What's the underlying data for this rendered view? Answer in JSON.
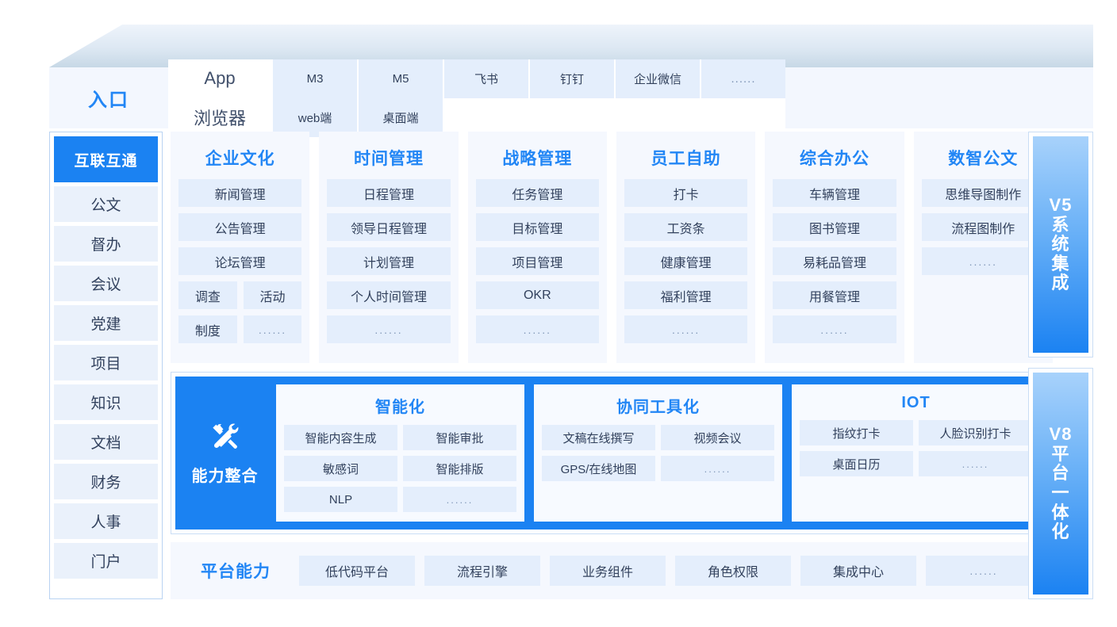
{
  "entry": {
    "title": "入口",
    "groups": [
      {
        "head": "App",
        "items": [
          "M3",
          "M5",
          "飞书",
          "钉钉",
          "企业微信",
          "......"
        ]
      },
      {
        "head": "浏览器",
        "items": [
          "web端",
          "桌面端"
        ]
      }
    ]
  },
  "left_rail": {
    "active_label": "互联互通",
    "items": [
      "公文",
      "督办",
      "会议",
      "党建",
      "项目",
      "知识",
      "文档",
      "财务",
      "人事",
      "门户"
    ]
  },
  "columns": [
    {
      "title": "企业文化",
      "rows": [
        [
          "新闻管理"
        ],
        [
          "公告管理"
        ],
        [
          "论坛管理"
        ],
        [
          "调查",
          "活动"
        ],
        [
          "制度",
          "......"
        ]
      ]
    },
    {
      "title": "时间管理",
      "rows": [
        [
          "日程管理"
        ],
        [
          "领导日程管理"
        ],
        [
          "计划管理"
        ],
        [
          "个人时间管理"
        ],
        [
          "......"
        ]
      ]
    },
    {
      "title": "战略管理",
      "rows": [
        [
          "任务管理"
        ],
        [
          "目标管理"
        ],
        [
          "项目管理"
        ],
        [
          "OKR"
        ],
        [
          "......"
        ]
      ]
    },
    {
      "title": "员工自助",
      "rows": [
        [
          "打卡"
        ],
        [
          "工资条"
        ],
        [
          "健康管理"
        ],
        [
          "福利管理"
        ],
        [
          "......"
        ]
      ]
    },
    {
      "title": "综合办公",
      "rows": [
        [
          "车辆管理"
        ],
        [
          "图书管理"
        ],
        [
          "易耗品管理"
        ],
        [
          "用餐管理"
        ],
        [
          "......"
        ]
      ]
    },
    {
      "title": "数智公文",
      "rows": [
        [
          "思维导图制作"
        ],
        [
          "流程图制作"
        ],
        [
          "......"
        ]
      ]
    }
  ],
  "capability": {
    "icon": "tools-icon",
    "label": "能力整合",
    "cards": [
      {
        "title": "智能化",
        "rows": [
          [
            "智能内容生成",
            "智能审批"
          ],
          [
            "敏感词",
            "智能排版"
          ],
          [
            "NLP",
            "......"
          ]
        ]
      },
      {
        "title": "协同工具化",
        "rows": [
          [
            "文稿在线撰写",
            "视频会议"
          ],
          [
            "GPS/在线地图",
            "......"
          ]
        ]
      },
      {
        "title": "IOT",
        "rows": [
          [
            "指纹打卡",
            "人脸识别打卡"
          ],
          [
            "桌面日历",
            "......"
          ]
        ]
      }
    ]
  },
  "platform": {
    "title": "平台能力",
    "items": [
      "低代码平台",
      "流程引擎",
      "业务组件",
      "角色权限",
      "集成中心",
      "......"
    ]
  },
  "side_bars": [
    {
      "name": "v5",
      "text": "V5系统集成"
    },
    {
      "name": "v8",
      "text": "V8平台一体化"
    }
  ],
  "colors": {
    "accent": "#2286f5",
    "accent_solid": "#1b82f2",
    "chip_bg": "#e4eefc",
    "card_bg": "#f5f8fe",
    "text": "#32415c"
  }
}
